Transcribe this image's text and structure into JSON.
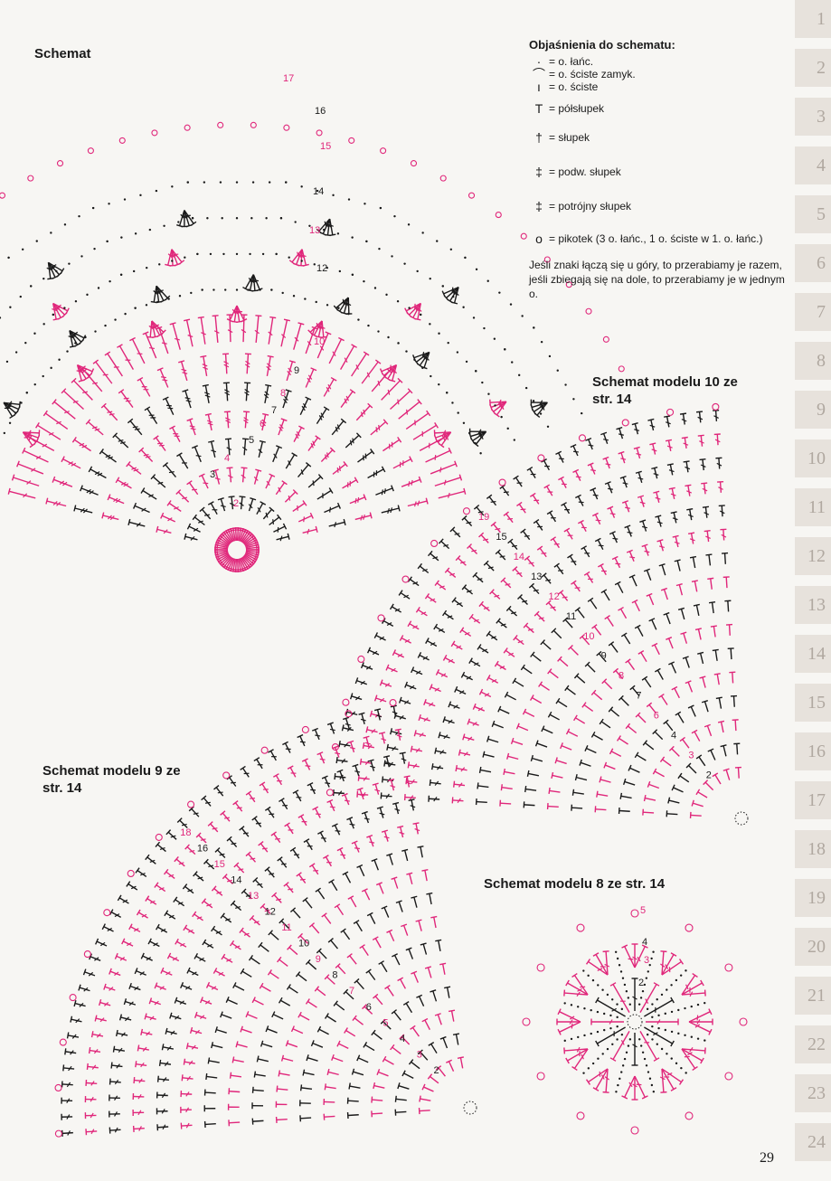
{
  "headings": {
    "main": "Schemat",
    "model10": "Schemat modelu 10 ze str. 14",
    "model9": "Schemat modelu 9 ze str. 14",
    "model8": "Schemat modelu 8 ze str. 14"
  },
  "legend": {
    "title": "Objaśnienia do schematu:",
    "items": [
      {
        "symbol": "·",
        "text": "= o. łańc."
      },
      {
        "symbol": "⌒",
        "text": "= o. ściste zamyk."
      },
      {
        "symbol": "ı",
        "text": "= o. ściste"
      },
      {
        "symbol": "T",
        "text": "= półsłupek"
      },
      {
        "symbol": "†",
        "text": "= słupek"
      },
      {
        "symbol": "‡",
        "text": "= podw. słupek"
      },
      {
        "symbol": "‡",
        "text": "= potrójny słupek"
      },
      {
        "symbol": "o",
        "text": "= pikotek (3 o. łańc., 1 o. ściste w 1. o. łańc.)"
      }
    ],
    "note": "Jeśli znaki łączą się u góry, to przerabiamy je razem, jeśli zbiegają się na dole, to przerabiamy je w jednym o."
  },
  "row_numbers": {
    "main": [
      "17",
      "16",
      "15",
      "14",
      "13",
      "12",
      "10",
      "9",
      "8",
      "7",
      "6",
      "5",
      "4",
      "3",
      "2"
    ],
    "model10": [
      "19",
      "15",
      "14",
      "13",
      "12",
      "11",
      "10",
      "9",
      "8",
      "7",
      "6",
      "4",
      "3",
      "2"
    ],
    "model9": [
      "18",
      "16",
      "15",
      "14",
      "13",
      "12",
      "11",
      "10",
      "9",
      "8",
      "7",
      "6",
      "5",
      "4",
      "3",
      "2"
    ],
    "model8": [
      "5",
      "4",
      "3",
      "2"
    ]
  },
  "side_tabs": [
    "1",
    "2",
    "3",
    "4",
    "5",
    "6",
    "7",
    "8",
    "9",
    "10",
    "11",
    "12",
    "13",
    "14",
    "15",
    "16",
    "17",
    "18",
    "19",
    "20",
    "21",
    "22",
    "23",
    "24"
  ],
  "page_number": "29",
  "colors": {
    "accent": "#e0267a",
    "ink": "#1a1a1a",
    "paper": "#f7f6f3"
  }
}
